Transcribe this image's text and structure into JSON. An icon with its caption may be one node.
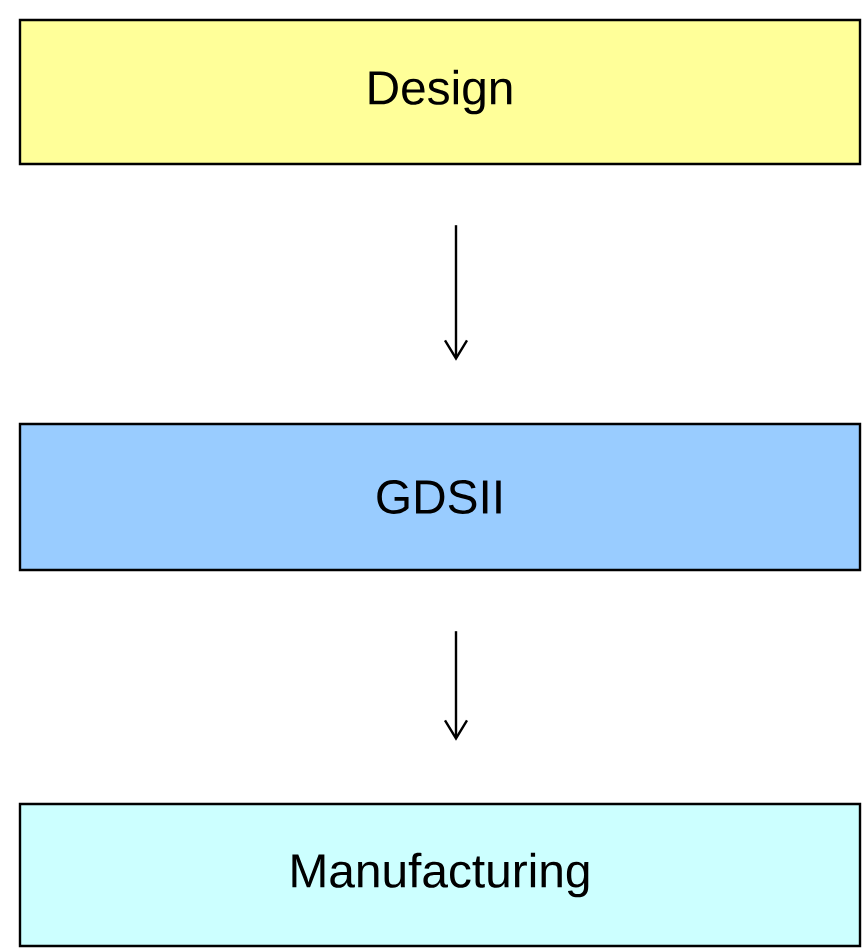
{
  "diagram": {
    "nodes": [
      {
        "text": [
          "Design"
        ]
      },
      {
        "text": [
          "GDSII"
        ]
      },
      {
        "text": [
          "Manufacturing"
        ]
      }
    ],
    "edges": [
      {
        "from": 0,
        "to": 1,
        "arrow": "to"
      },
      {
        "from": 1,
        "to": 2,
        "arrow": "to"
      }
    ]
  }
}
